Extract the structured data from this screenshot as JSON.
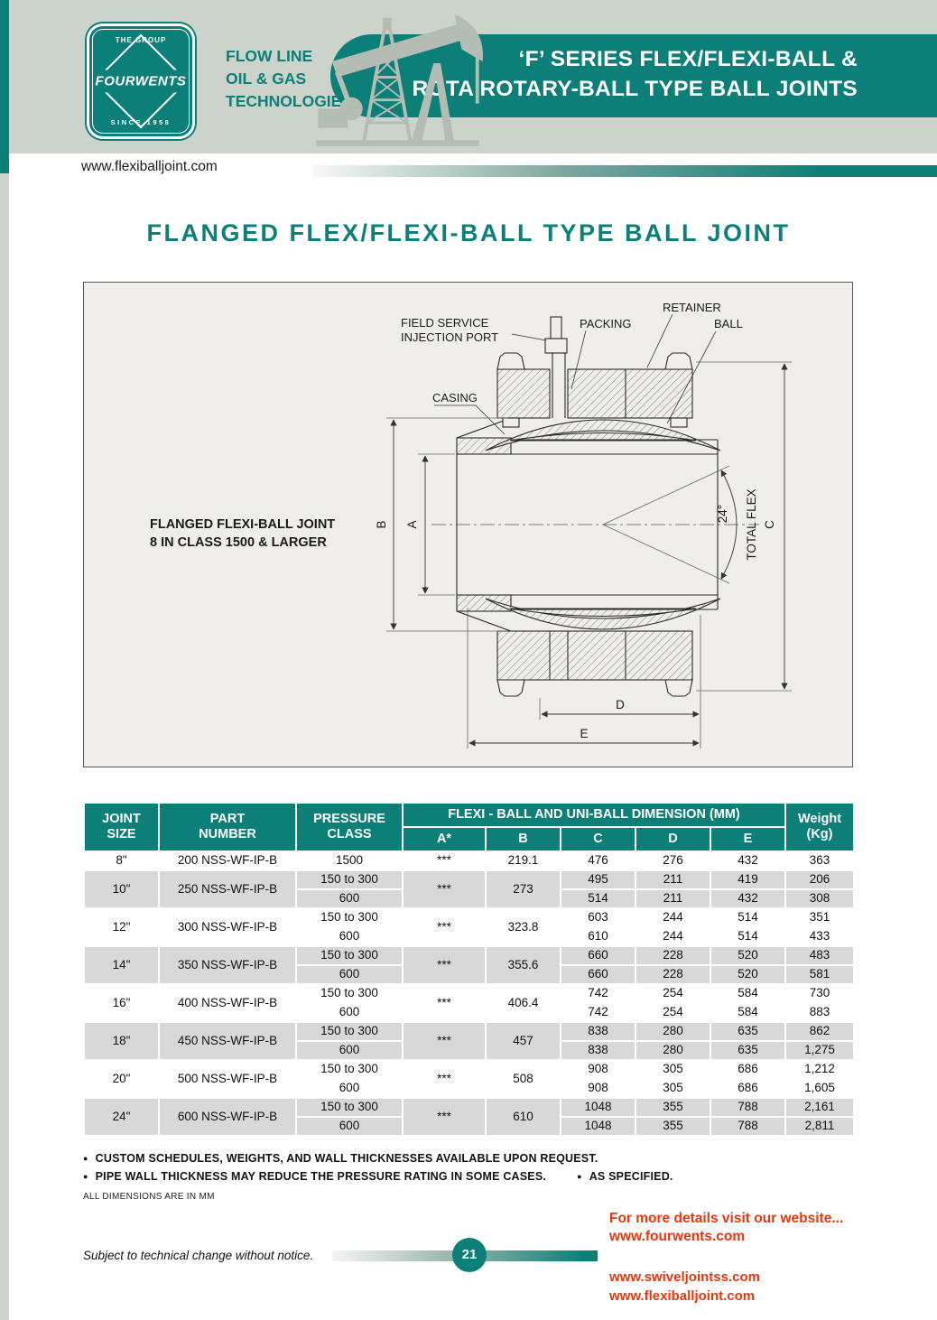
{
  "colors": {
    "teal": "#0c7f78",
    "header-bg": "#cbd3cb",
    "silhouette": "#b4bdb4",
    "row-shade": "#d8d8d8",
    "diagram-bg": "#efeeea",
    "red": "#e6380f"
  },
  "header": {
    "logo": {
      "top": "THE GROUP",
      "name": "FOURWENTS",
      "bottom": "SINCE 1958"
    },
    "tagline": [
      "FLOW LINE",
      "OIL & GAS",
      "TECHNOLOGIES"
    ],
    "banner_line1": "‘F’ SERIES FLEX/FLEXI-BALL &",
    "banner_line2": "ROTA ROTARY-BALL TYPE BALL JOINTS",
    "website": "www.flexiballjoint.com"
  },
  "page_title": "FLANGED FLEX/FLEXI-BALL TYPE BALL JOINT",
  "diagram": {
    "labels": {
      "field_service_l1": "FIELD SERVICE",
      "field_service_l2": "INJECTION PORT",
      "packing": "PACKING",
      "retainer": "RETAINER",
      "ball": "BALL",
      "casing": "CASING",
      "caption_l1": "FLANGED FLEXI-BALL JOINT",
      "caption_l2": "8 IN CLASS 1500 & LARGER",
      "dim_a": "A",
      "dim_b": "B",
      "dim_c": "C",
      "dim_d": "D",
      "dim_e": "E",
      "flex_angle": "24°",
      "total_flex": "TOTAL FLEX"
    }
  },
  "table": {
    "headers": {
      "joint_l1": "JOINT",
      "joint_l2": "SIZE",
      "part_l1": "PART",
      "part_l2": "NUMBER",
      "pressure_l1": "PRESSURE",
      "pressure_l2": "CLASS",
      "dim_group": "FLEXI - BALL AND UNI-BALL DIMENSION (MM)",
      "dims": [
        "A*",
        "B",
        "C",
        "D",
        "E"
      ],
      "weight_l1": "Weight",
      "weight_l2": "(Kg)"
    },
    "groups": [
      {
        "size": "8\"",
        "part": "200 NSS-WF-IP-B",
        "a": "***",
        "b": "219.1",
        "rows": [
          [
            "1500",
            "476",
            "276",
            "432",
            "363"
          ]
        ]
      },
      {
        "size": "10\"",
        "part": "250 NSS-WF-IP-B",
        "a": "***",
        "b": "273",
        "rows": [
          [
            "150 to 300",
            "495",
            "211",
            "419",
            "206"
          ],
          [
            "600",
            "514",
            "211",
            "432",
            "308"
          ]
        ]
      },
      {
        "size": "12\"",
        "part": "300 NSS-WF-IP-B",
        "a": "***",
        "b": "323.8",
        "rows": [
          [
            "150 to 300",
            "603",
            "244",
            "514",
            "351"
          ],
          [
            "600",
            "610",
            "244",
            "514",
            "433"
          ]
        ]
      },
      {
        "size": "14\"",
        "part": "350 NSS-WF-IP-B",
        "a": "***",
        "b": "355.6",
        "rows": [
          [
            "150 to 300",
            "660",
            "228",
            "520",
            "483"
          ],
          [
            "600",
            "660",
            "228",
            "520",
            "581"
          ]
        ]
      },
      {
        "size": "16\"",
        "part": "400 NSS-WF-IP-B",
        "a": "***",
        "b": "406.4",
        "rows": [
          [
            "150 to 300",
            "742",
            "254",
            "584",
            "730"
          ],
          [
            "600",
            "742",
            "254",
            "584",
            "883"
          ]
        ]
      },
      {
        "size": "18\"",
        "part": "450 NSS-WF-IP-B",
        "a": "***",
        "b": "457",
        "rows": [
          [
            "150 to 300",
            "838",
            "280",
            "635",
            "862"
          ],
          [
            "600",
            "838",
            "280",
            "635",
            "1,275"
          ]
        ]
      },
      {
        "size": "20\"",
        "part": "500 NSS-WF-IP-B",
        "a": "***",
        "b": "508",
        "rows": [
          [
            "150 to 300",
            "908",
            "305",
            "686",
            "1,212"
          ],
          [
            "600",
            "908",
            "305",
            "686",
            "1,605"
          ]
        ]
      },
      {
        "size": "24\"",
        "part": "600 NSS-WF-IP-B",
        "a": "***",
        "b": "610",
        "rows": [
          [
            "150 to 300",
            "1048",
            "355",
            "788",
            "2,161"
          ],
          [
            "600",
            "1048",
            "355",
            "788",
            "2,811"
          ]
        ]
      }
    ]
  },
  "notes": {
    "n1": "CUSTOM SCHEDULES, WEIGHTS, AND WALL THICKNESSES AVAILABLE UPON REQUEST.",
    "n2": "PIPE WALL THICKNESS MAY REDUCE THE PRESSURE RATING IN SOME CASES.",
    "n3": "AS SPECIFIED.",
    "dims": "ALL DIMENSIONS ARE IN MM"
  },
  "footer": {
    "more_l1": "For more details visit our website...",
    "more_l2": "www.fourwents.com",
    "disclaimer": "Subject to technical change without notice.",
    "page_number": "21",
    "link1": "www.swiveljointss.com",
    "link2": "www.flexiballjoint.com"
  }
}
